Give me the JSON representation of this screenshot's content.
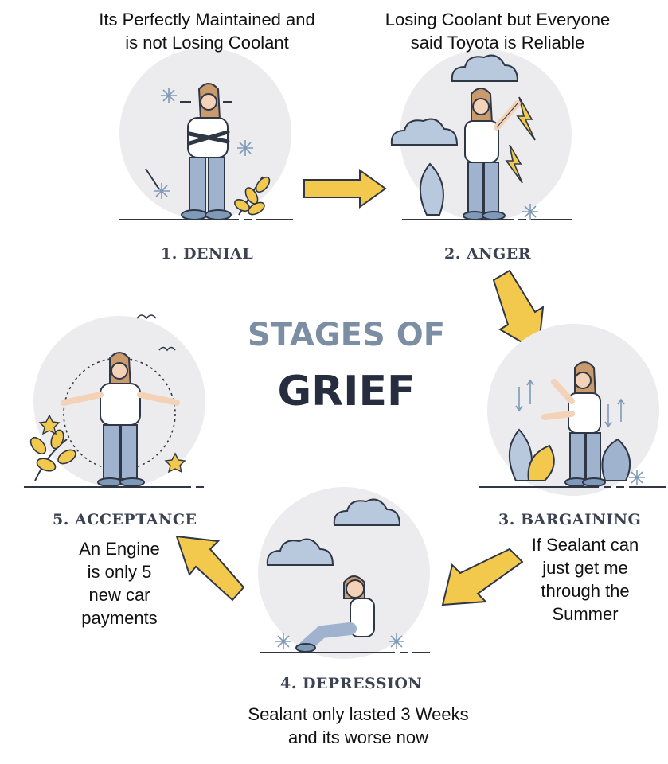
{
  "title": {
    "line1": "STAGES OF",
    "line2": "GRIEF"
  },
  "stages": [
    {
      "label": "1. DENIAL",
      "caption_lines": [
        "Its Perfectly Maintained and",
        "is not Losing Coolant"
      ]
    },
    {
      "label": "2. ANGER",
      "caption_lines": [
        "Losing Coolant but Everyone",
        "said Toyota is Reliable"
      ]
    },
    {
      "label": "3. BARGAINING",
      "caption_lines": [
        "If Sealant can",
        "just get me",
        "through the",
        "Summer"
      ]
    },
    {
      "label": "4. DEPRESSION",
      "caption_lines": [
        "Sealant only lasted 3 Weeks",
        "and its worse now"
      ]
    },
    {
      "label": "5. ACCEPTANCE",
      "caption_lines": [
        "An Engine",
        "is only 5",
        "new car",
        "payments"
      ]
    }
  ],
  "colors": {
    "circle": "#ececee",
    "arrow": "#f2c94c",
    "arrow_stroke": "#2f3645",
    "shirt": "#ffffff",
    "pants": "#9fb3cf",
    "hair": "#c99a6b",
    "skin": "#f3d2b8",
    "cloud": "#b9c9dd",
    "bolt": "#f2c94c",
    "leaf": "#f2c94c"
  },
  "icons": [
    "arrow-right-icon",
    "arrow-down-icon",
    "arrow-down-left-icon",
    "arrow-up-left-icon",
    "cloud-icon",
    "lightning-bolt-icon",
    "leaf-icon",
    "star-icon",
    "bird-icon",
    "sparkle-icon",
    "up-down-arrows-icon"
  ]
}
